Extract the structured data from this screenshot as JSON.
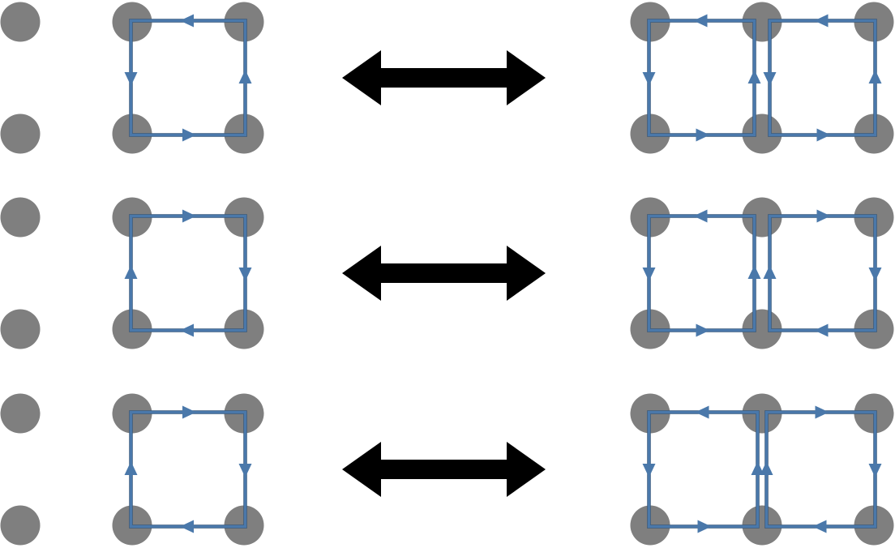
{
  "colors": {
    "node": "#7f7f7f",
    "loop": "#4a78aa",
    "loop_dark": "#2f4a66",
    "equivalence_arrow": "#000000",
    "background": "#ffffff"
  },
  "rows": [
    {
      "left": {
        "loops": [
          {
            "orientation": "counterclockwise"
          }
        ]
      },
      "right": {
        "loops": [
          {
            "orientation": "counterclockwise"
          },
          {
            "orientation": "counterclockwise"
          }
        ]
      }
    },
    {
      "left": {
        "loops": [
          {
            "orientation": "clockwise"
          }
        ]
      },
      "right": {
        "loops": [
          {
            "orientation": "counterclockwise"
          },
          {
            "orientation": "clockwise"
          }
        ]
      }
    },
    {
      "left": {
        "loops": [
          {
            "orientation": "clockwise"
          }
        ]
      },
      "right": {
        "loops": [
          {
            "orientation": "counterclockwise"
          },
          {
            "orientation": "clockwise"
          }
        ]
      }
    }
  ]
}
